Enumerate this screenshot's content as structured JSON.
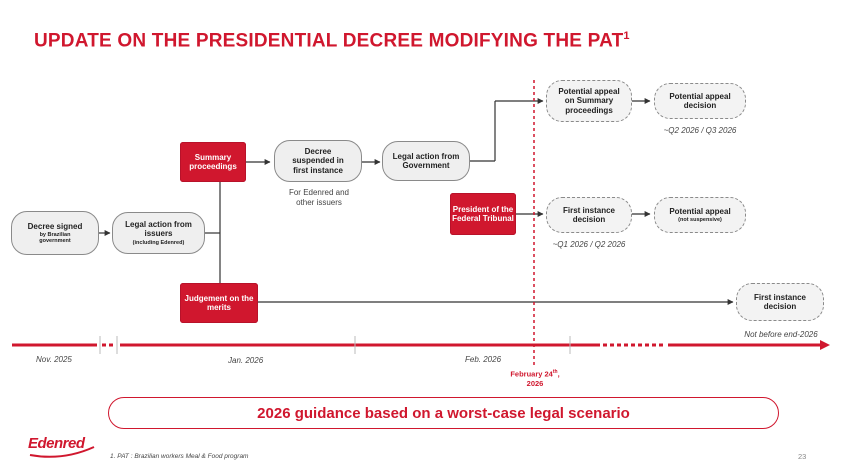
{
  "title": "UPDATE ON THE PRESIDENTIAL DECREE MODIFYING THE PAT",
  "title_sup": "1",
  "nodes": {
    "decree_signed": {
      "main": "Decree signed",
      "sub": "by Brazilian government"
    },
    "legal_action_issuers": {
      "main": "Legal action from issuers",
      "sub": "(including Edenred)"
    },
    "summary_proceedings": "Summary proceedings",
    "judgement_merits": "Judgement on the merits",
    "decree_suspended": "Decree suspended in first instance",
    "legal_action_government": "Legal action from Government",
    "president_tribunal": "President of the Federal Tribunal",
    "potential_appeal_summary": "Potential appeal on Summary proceedings",
    "potential_appeal_decision": "Potential appeal decision",
    "first_instance_decision_mid": "First instance decision",
    "potential_appeal_nonsusp": {
      "main": "Potential appeal",
      "sub": "(not suspensive)"
    },
    "first_instance_decision_end": "First instance decision"
  },
  "notes": {
    "edenred_issuers": "For Edenred and other issuers",
    "q2_q3": "~Q2 2026 / Q3 2026",
    "q1_q2": "~Q1 2026 / Q2 2026",
    "not_before": "Not before end-2026"
  },
  "timeline": {
    "labels": [
      "Nov. 2025",
      "Jan. 2026",
      "Feb. 2026"
    ],
    "marker": "February 24",
    "marker_sup": "th",
    "marker_year": ", 2026"
  },
  "guidance": "2026 guidance based on a worst-case legal scenario",
  "logo": "Edenred",
  "footnote": "1. PAT : Brazilian workers Meal & Food program",
  "page_number": "23",
  "colors": {
    "accent": "#d0172e",
    "node_fill": "#efefef",
    "node_border": "#8a8a8a",
    "line": "#333333"
  }
}
